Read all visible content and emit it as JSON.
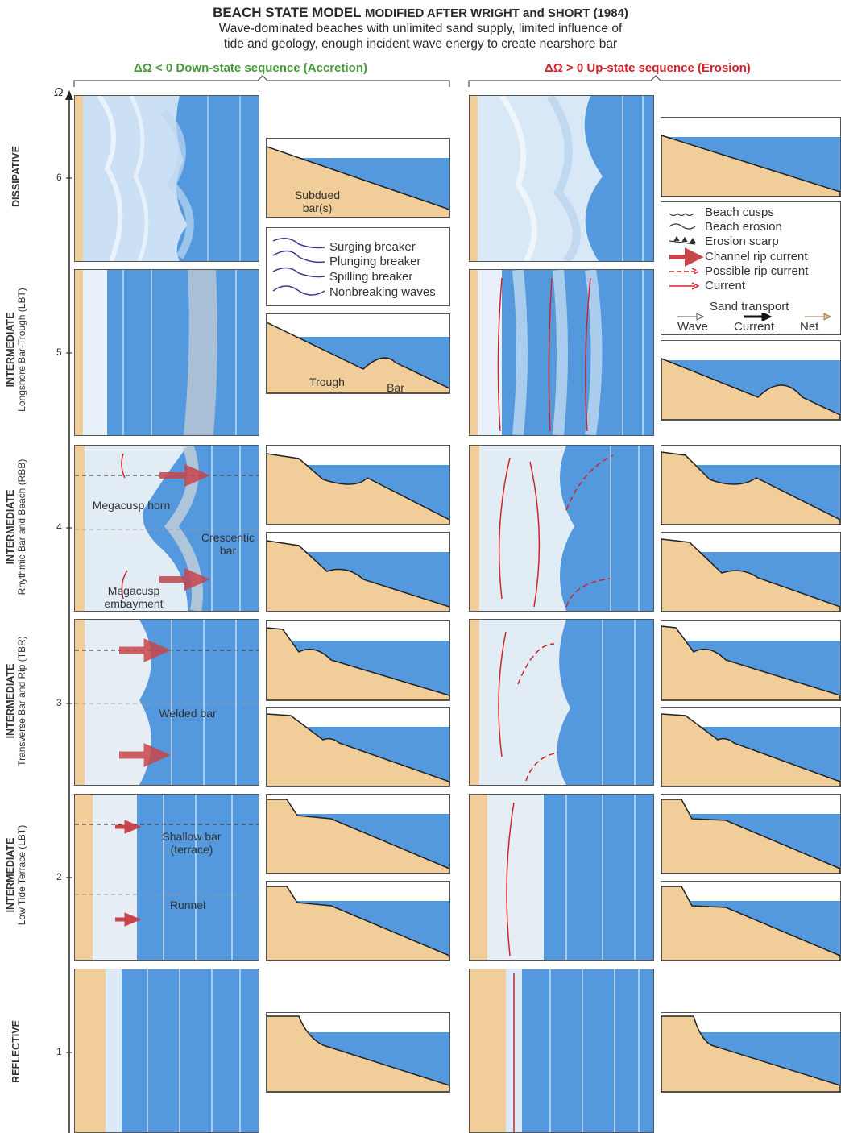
{
  "title": {
    "main": "BEACH STATE MODEL",
    "rest": "MODIFIED AFTER WRIGHT and SHORT (1984)"
  },
  "subtitle": {
    "line1": "Wave-dominated beaches with unlimited sand supply, limited influence of",
    "line2": "tide and geology, enough incident wave energy to create nearshore bar"
  },
  "sequences": {
    "down": "ΔΩ < 0 Down-state sequence (Accretion)",
    "up": "ΔΩ > 0 Up-state sequence (Erosion)"
  },
  "axis": {
    "symbol": "Ω",
    "ticks": [
      "6",
      "5",
      "4",
      "3",
      "2",
      "1"
    ]
  },
  "states": [
    {
      "name": "DISSIPATIVE",
      "sub": ""
    },
    {
      "name": "INTERMEDIATE",
      "sub": "Longshore Bar-Trough (LBT)"
    },
    {
      "name": "INTERMEDIATE",
      "sub": "Rhythmic Bar and Beach (RBB)"
    },
    {
      "name": "INTERMEDIATE",
      "sub": "Transverse Bar and Rip (TBR)"
    },
    {
      "name": "INTERMEDIATE",
      "sub": "Low Tide Terrace (LBT)"
    },
    {
      "name": "REFLECTIVE",
      "sub": ""
    }
  ],
  "labels": {
    "subdued_bar": "Subdued bar(s)",
    "trough": "Trough",
    "bar": "Bar",
    "megacusp_horn": "Megacusp horn",
    "crescentic_bar": "Crescentic bar",
    "megacusp_embayment": "Megacusp embayment",
    "welded_bar": "Welded bar",
    "shallow_bar": "Shallow bar (terrace)",
    "runnel": "Runnel"
  },
  "breaker_legend": [
    "Surging breaker",
    "Plunging breaker",
    "Spilling breaker",
    "Nonbreaking waves"
  ],
  "symbol_legend": {
    "items": [
      "Beach cusps",
      "Beach erosion",
      "Erosion scarp",
      "Channel rip current",
      "Possible rip current",
      "Current"
    ],
    "sand_transport": "Sand transport",
    "wave": "Wave",
    "current": "Current",
    "net": "Net"
  },
  "colors": {
    "sand": "#f1cd99",
    "water": "#5499dd",
    "rip": "#c8464b",
    "current": "#d2232a",
    "wave": "#3a3a8c",
    "green": "#4a9a3c",
    "red": "#d2232a"
  }
}
